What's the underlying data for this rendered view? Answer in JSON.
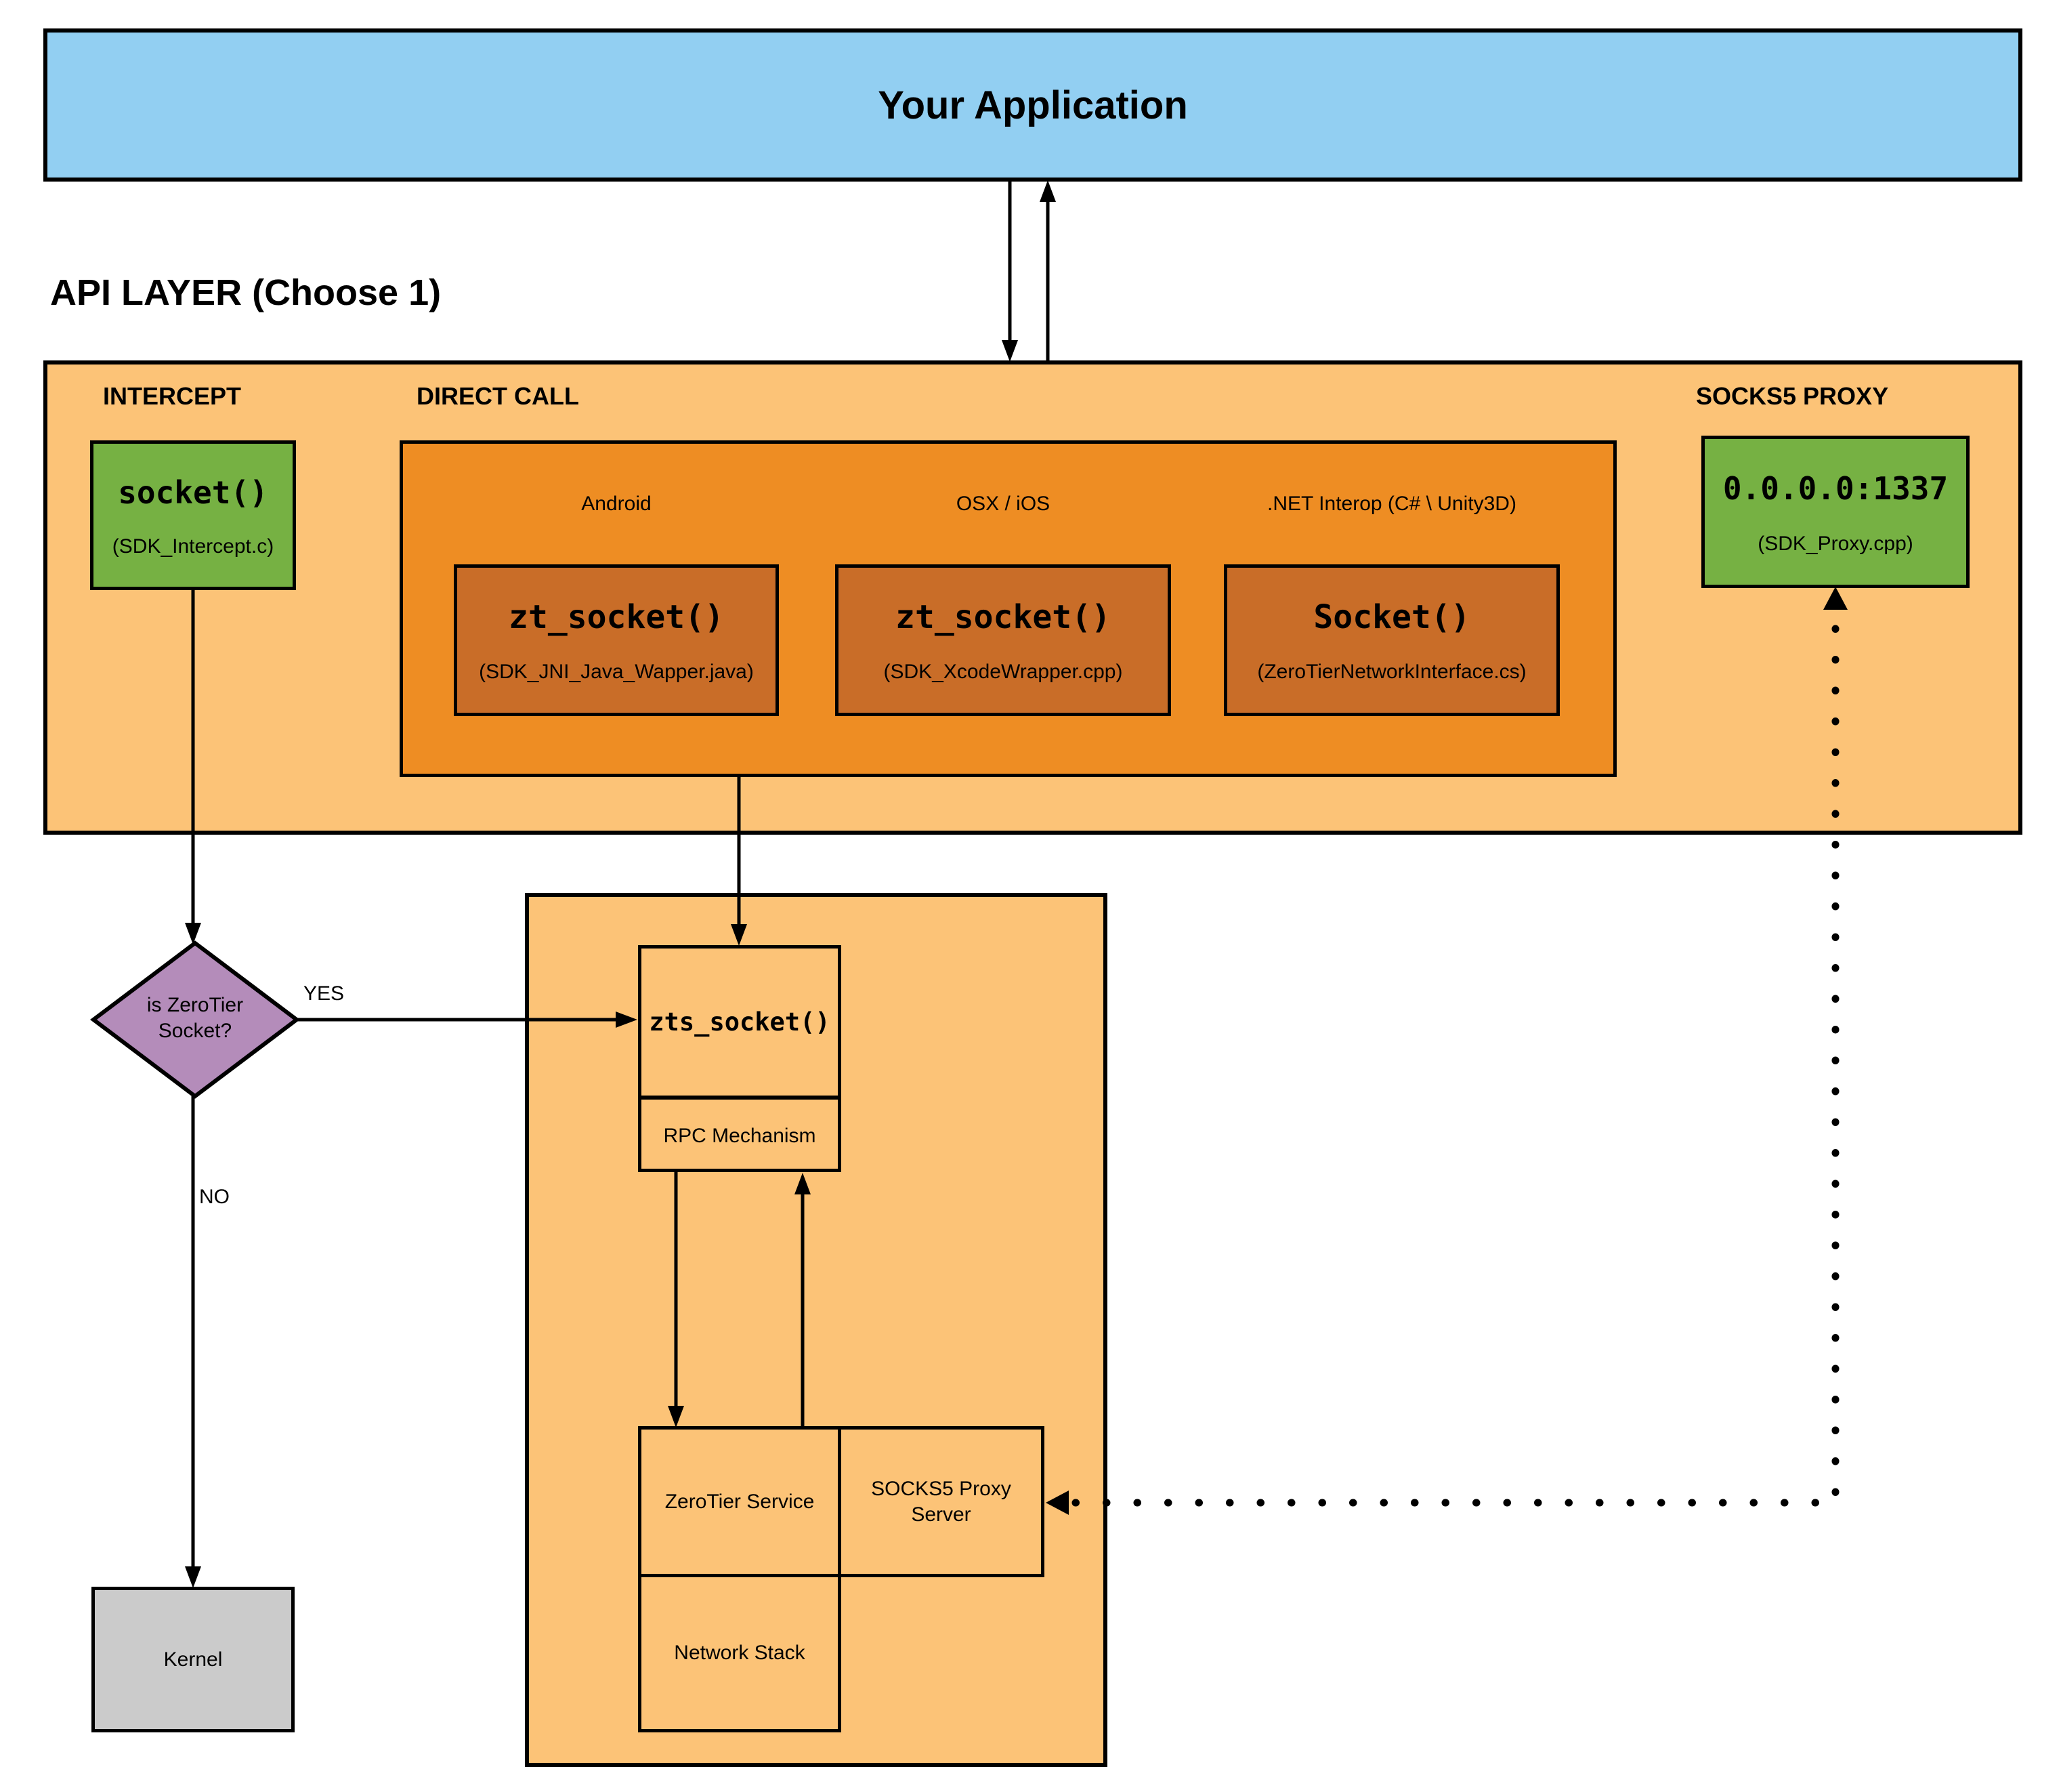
{
  "app": {
    "title": "Your Application"
  },
  "api_layer": {
    "heading": "API LAYER (Choose 1)",
    "sections": {
      "intercept": {
        "label": "INTERCEPT",
        "box": {
          "title": "socket()",
          "subtitle": "(SDK_Intercept.c)"
        }
      },
      "direct_call": {
        "label": "DIRECT CALL",
        "platforms": [
          {
            "name": "Android",
            "box_title": "zt_socket()",
            "box_subtitle": "(SDK_JNI_Java_Wapper.java)"
          },
          {
            "name": "OSX / iOS",
            "box_title": "zt_socket()",
            "box_subtitle": "(SDK_XcodeWrapper.cpp)"
          },
          {
            "name": ".NET Interop (C# \\ Unity3D)",
            "box_title": "Socket()",
            "box_subtitle": "(ZeroTierNetworkInterface.cs)"
          }
        ]
      },
      "socks5_proxy": {
        "label": "SOCKS5 PROXY",
        "box": {
          "title": "0.0.0.0:1337",
          "subtitle": "(SDK_Proxy.cpp)"
        }
      }
    }
  },
  "decision": {
    "question": "is ZeroTier Socket?",
    "yes_label": "YES",
    "no_label": "NO"
  },
  "service_stack": {
    "zts": "zts_socket()",
    "rpc": "RPC Mechanism",
    "zerotier_service": "ZeroTier Service",
    "socks5_server": "SOCKS5 Proxy Server",
    "network_stack": "Network Stack"
  },
  "kernel": {
    "label": "Kernel"
  },
  "colors": {
    "app_fill": "#92cff2",
    "layer_fill": "#fcc377",
    "direct_call_fill": "#ee8d23",
    "wrapper_fill": "#c96d28",
    "green_fill": "#76b143",
    "decision_fill": "#b48cba",
    "kernel_fill": "#cbcbcb",
    "line": "#000000"
  }
}
